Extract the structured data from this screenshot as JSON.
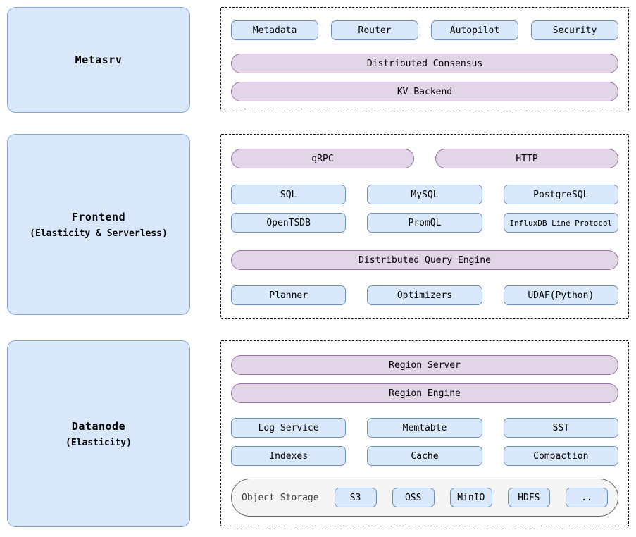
{
  "colors": {
    "node_fill": "#d9e7fb",
    "node_border": "#86a6d9",
    "component_fill": "#dae8fc",
    "component_border": "#6c8ebf",
    "pill_fill": "#e1d5e7",
    "pill_border": "#9673a6",
    "storage_fill": "#f5f5f5",
    "storage_border": "#666666",
    "panel_border": "#000000"
  },
  "nodes": {
    "metasrv": {
      "title": "Metasrv",
      "subtitle": ""
    },
    "frontend": {
      "title": "Frontend",
      "subtitle": "(Elasticity & Serverless)"
    },
    "datanode": {
      "title": "Datanode",
      "subtitle": "(Elasticity)"
    }
  },
  "metasrv_panel": {
    "components": [
      "Metadata",
      "Router",
      "Autopilot",
      "Security"
    ],
    "pills": [
      "Distributed Consensus",
      "KV Backend"
    ]
  },
  "frontend_panel": {
    "transport_pills": [
      "gRPC",
      "HTTP"
    ],
    "protocols": [
      "SQL",
      "MySQL",
      "PostgreSQL",
      "OpenTSDB",
      "PromQL",
      "InfluxDB Line Protocol"
    ],
    "engine_pill": "Distributed Query Engine",
    "engine_components": [
      "Planner",
      "Optimizers",
      "UDAF(Python)"
    ]
  },
  "datanode_panel": {
    "pills": [
      "Region Server",
      "Region Engine"
    ],
    "components": [
      "Log Service",
      "Memtable",
      "SST",
      "Indexes",
      "Cache",
      "Compaction"
    ],
    "object_storage": {
      "label": "Object Storage",
      "backends": [
        "S3",
        "OSS",
        "MinIO",
        "HDFS",
        ".."
      ]
    }
  }
}
